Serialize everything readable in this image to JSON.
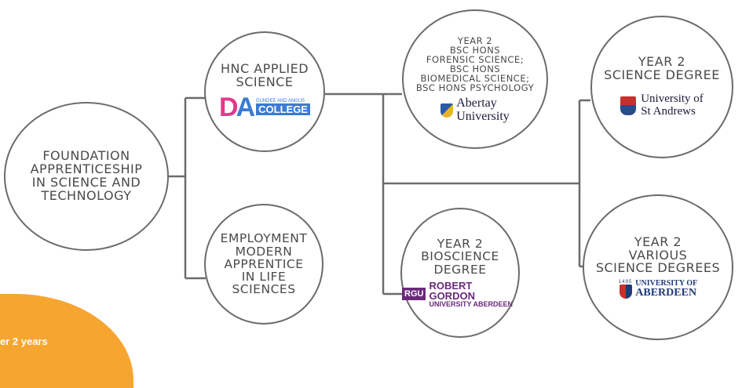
{
  "nodes": {
    "foundation": {
      "lines": [
        "FOUNDATION",
        "APPRENTICESHIP",
        "IN SCIENCE AND",
        "TECHNOLOGY"
      ]
    },
    "hnc": {
      "lines": [
        "HNC APPLIED",
        "SCIENCE"
      ],
      "logo": {
        "mark_left": "D",
        "mark_right": "A",
        "top": "DUNDEE AND ANGUS",
        "bottom": "COLLEGE"
      }
    },
    "employment": {
      "lines": [
        "EMPLOYMENT",
        "MODERN",
        "APPRENTICE",
        "IN LIFE",
        "SCIENCES"
      ]
    },
    "abertay": {
      "lines": [
        "YEAR 2",
        "BSC HONS",
        "FORENSIC SCIENCE;",
        "BSC HONS",
        "BIOMEDICAL SCIENCE;",
        "BSC HONS PSYCHOLOGY"
      ],
      "logo": {
        "line1": "Abertay",
        "line2": "University"
      }
    },
    "bioscience": {
      "lines": [
        "YEAR 2",
        "BIOSCIENCE",
        "DEGREE"
      ],
      "logo": {
        "box": "RGU",
        "line1": "ROBERT GORDON",
        "line2": "UNIVERSITY ABERDEEN"
      }
    },
    "standrews": {
      "lines": [
        "YEAR 2",
        "SCIENCE DEGREE"
      ],
      "logo": {
        "line1": "University of",
        "line2": "St Andrews"
      }
    },
    "aberdeen": {
      "lines": [
        "YEAR 2",
        "VARIOUS",
        "SCIENCE DEGREES"
      ],
      "logo": {
        "year": "1495",
        "line1": "UNIVERSITY OF",
        "line2": "ABERDEEN"
      }
    }
  },
  "footer": {
    "text": "er 2 years"
  },
  "colors": {
    "line": "#6b6b6b",
    "accent_orange": "#f6a531",
    "dac_blue": "#3a7bd5",
    "dac_pink": "#e23a8c",
    "rgu_purple": "#6a2a7c",
    "abdn_blue": "#1f3a78"
  }
}
